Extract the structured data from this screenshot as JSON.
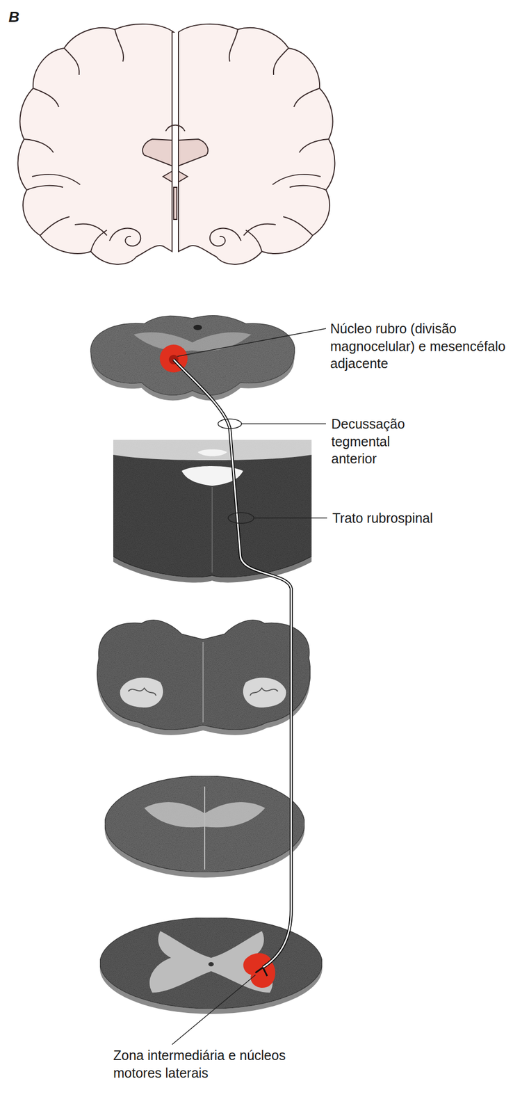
{
  "diagram": {
    "labels": [
      "B",
      "Núcleo rubro (divisão magnocelular) e mesencéfalo adjacente",
      "Decussação tegmental anterior",
      "Trato rubrospinal",
      "Zona intermediária e núcleos motores laterais"
    ]
  }
}
